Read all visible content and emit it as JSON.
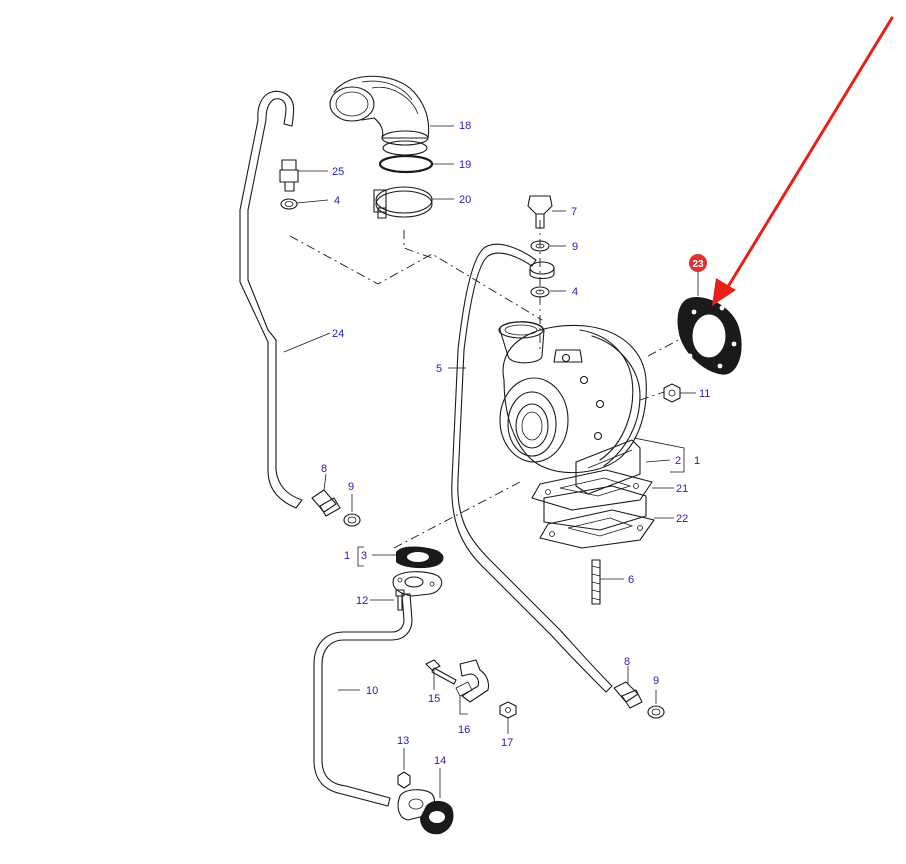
{
  "callouts": {
    "p18": "18",
    "p19": "19",
    "p20": "20",
    "p25": "25",
    "p4a": "4",
    "p7": "7",
    "p9a": "9",
    "p4b": "4",
    "p24": "24",
    "p5": "5",
    "p11": "11",
    "p2": "2",
    "p1a": "1",
    "p21": "21",
    "p22": "22",
    "p6": "6",
    "p8a": "8",
    "p9b": "9",
    "p3": "3",
    "p1b": "1",
    "p12": "12",
    "p10": "10",
    "p15": "15",
    "p16": "16",
    "p17": "17",
    "p8b": "8",
    "p9c": "9",
    "p13": "13",
    "p14": "14"
  },
  "highlight": {
    "number": "23",
    "badge_color": "#e03131",
    "arrow_color": "#e8201a"
  },
  "colors": {
    "label": "#1f1fb8",
    "line": "#1a1a1a"
  }
}
